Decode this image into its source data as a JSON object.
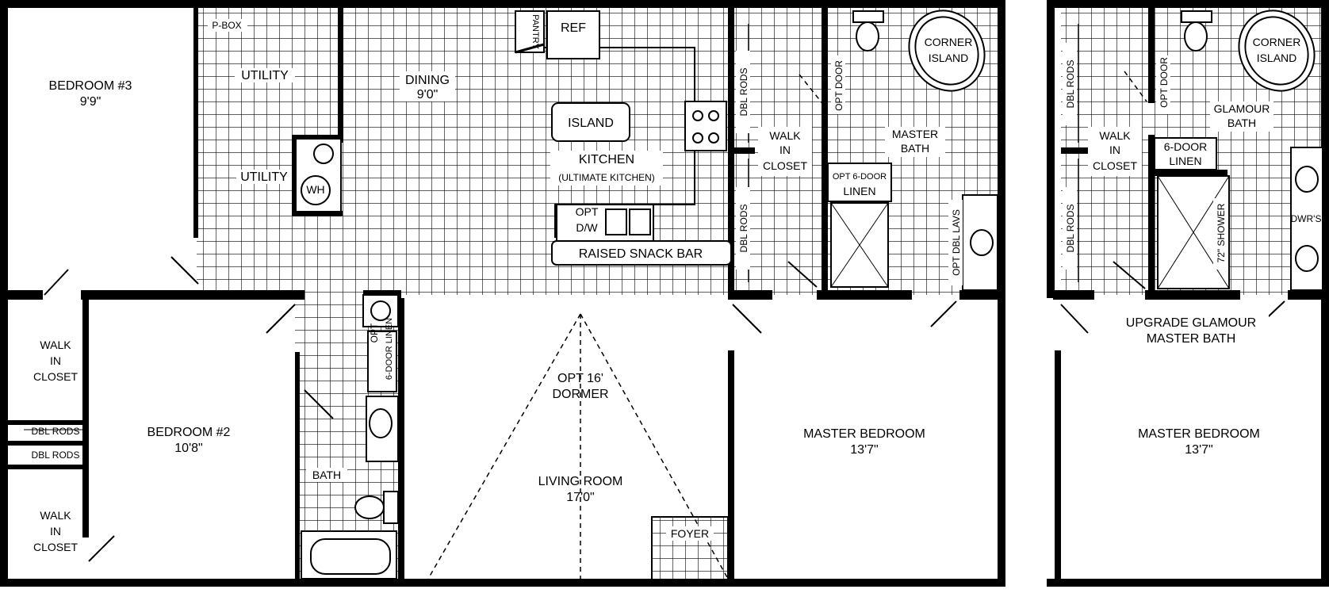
{
  "plan": {
    "bedroom3": {
      "name": "BEDROOM #3",
      "size": "9'9\""
    },
    "bedroom2": {
      "name": "BEDROOM #2",
      "size": "10'8\""
    },
    "living": {
      "name": "LIVING ROOM",
      "size": "17'0\""
    },
    "dormer": {
      "line1": "OPT 16'",
      "line2": "DORMER"
    },
    "master_bedroom": {
      "name": "MASTER BEDROOM",
      "size": "13'7\""
    },
    "dining": {
      "name": "DINING",
      "size": "9'0\""
    },
    "kitchen": {
      "name": "KITCHEN",
      "sub": "(ULTIMATE KITCHEN)"
    },
    "island": "ISLAND",
    "ref": "REF",
    "pantry": "PANTRY",
    "pbox": "P-BOX",
    "utility_top": "UTILITY",
    "utility_mid": "UTILITY",
    "wh": "WH",
    "opt_dw": {
      "line1": "OPT",
      "line2": "D/W"
    },
    "snack_bar": "RAISED SNACK BAR",
    "closet_left_top": {
      "l1": "WALK",
      "l2": "IN",
      "l3": "CLOSET"
    },
    "closet_left_bottom": {
      "l1": "WALK",
      "l2": "IN",
      "l3": "CLOSET"
    },
    "dbl_rods_1": "DBL RODS",
    "dbl_rods_2": "DBL RODS",
    "bath": "BATH",
    "opt_linen_hall": {
      "line1": "OPT",
      "line2": "6-DOOR LINEN"
    },
    "foyer": "FOYER",
    "master_bath": {
      "line1": "MASTER",
      "line2": "BATH"
    },
    "corner_island": {
      "line1": "CORNER",
      "line2": "ISLAND"
    },
    "opt_door": "OPT DOOR",
    "walk_in_closet": {
      "l1": "WALK",
      "l2": "IN",
      "l3": "CLOSET"
    },
    "dbl_rods_v1": "DBL RODS",
    "dbl_rods_v2": "DBL RODS",
    "opt_linen_master": {
      "line1": "OPT 6-DOOR",
      "line2": "LINEN"
    },
    "opt_dbl_lavs": "OPT DBL LAVS",
    "alt": {
      "corner_island": {
        "line1": "CORNER",
        "line2": "ISLAND"
      },
      "opt_door": "OPT DOOR",
      "glamour_bath": {
        "line1": "GLAMOUR",
        "line2": "BATH"
      },
      "dbl_rods_v1": "DBL RODS",
      "dbl_rods_v2": "DBL RODS",
      "walk_in_closet": {
        "l1": "WALK",
        "l2": "IN",
        "l3": "CLOSET"
      },
      "linen": {
        "line1": "6-DOOR",
        "line2": "LINEN"
      },
      "shower": "72\" SHOWER",
      "dwrs": "DWR'S",
      "caption": {
        "line1": "UPGRADE GLAMOUR",
        "line2": "MASTER BATH"
      },
      "master_bedroom": {
        "name": "MASTER BEDROOM",
        "size": "13'7\""
      }
    }
  }
}
